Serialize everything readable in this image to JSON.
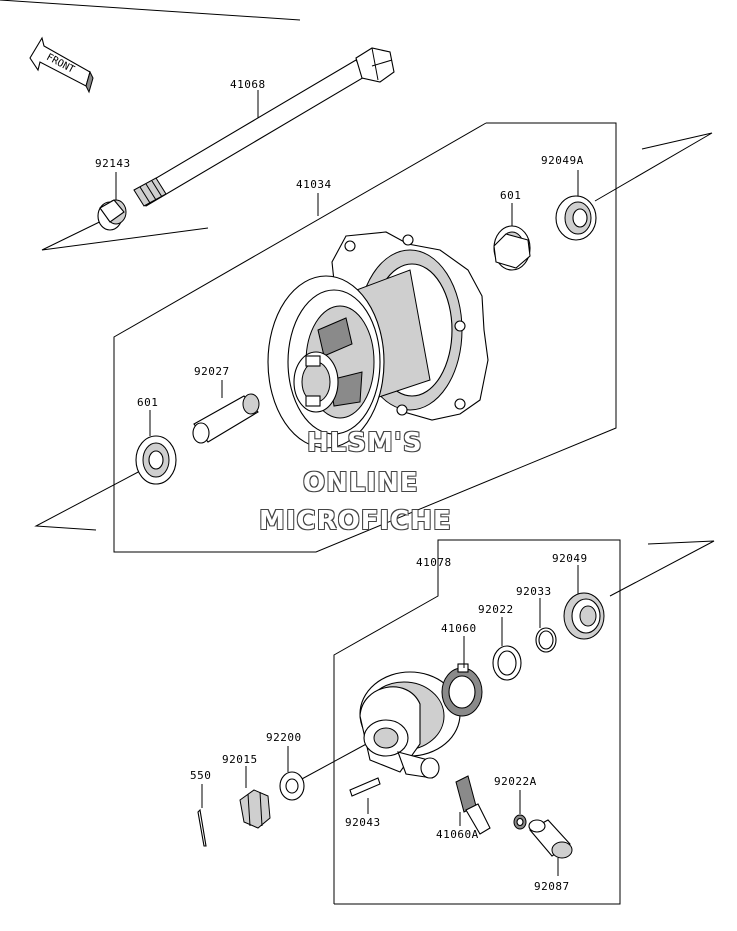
{
  "front_arrow": {
    "label": "FRONT",
    "icon": "front-arrow-icon"
  },
  "watermark": {
    "line1": "HLSM'S",
    "line2": "ONLINE",
    "line3": "MICROFICHE"
  },
  "parts": {
    "axle": "41068",
    "collar_left": "92143",
    "hub": "41034",
    "bearing_right": "601",
    "oil_seal_right": "92049A",
    "spacer": "92027",
    "bearing_left": "601",
    "gear_housing": "41078",
    "oil_seal_gear": "92049",
    "circlip": "92033",
    "washer": "92022",
    "drive_gear": "41060",
    "washer_axle": "92200",
    "nut": "92015",
    "cotter_pin": "550",
    "pin": "92043",
    "pinion": "41060A",
    "washer_small": "92022A",
    "bushing": "92087"
  }
}
